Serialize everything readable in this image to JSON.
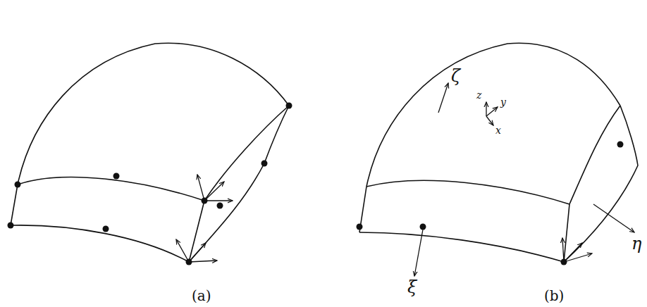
{
  "diagram": {
    "labels": [
      "ζ",
      "z",
      "y",
      "x",
      "η",
      "ξ",
      "(a)",
      "(b)"
    ]
  }
}
